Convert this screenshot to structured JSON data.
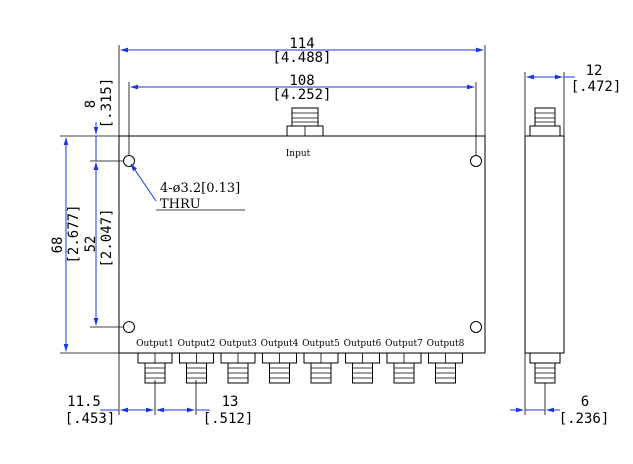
{
  "dimensions": {
    "overall_width": {
      "mm": "114",
      "inch": "[4.488]"
    },
    "hole_spacing_width": {
      "mm": "108",
      "inch": "[4.252]"
    },
    "hole_offset_top": {
      "mm": "8",
      "inch": "[.315]"
    },
    "overall_height": {
      "mm": "68",
      "inch": "[2.677]"
    },
    "hole_spacing_height": {
      "mm": "52",
      "inch": "[2.047]"
    },
    "first_output_offset": {
      "mm": "11.5",
      "inch": "[.453]"
    },
    "output_pitch": {
      "mm": "13",
      "inch": "[.512]"
    },
    "depth": {
      "mm": "12",
      "inch": "[.472]"
    },
    "side_connector_offset": {
      "mm": "6",
      "inch": "[.236]"
    }
  },
  "hole_note": {
    "line1": "4-ø3.2[0.13]",
    "line2": "THRU"
  },
  "ports": {
    "input": "Input",
    "outputs": [
      "Output1",
      "Output2",
      "Output3",
      "Output4",
      "Output5",
      "Output6",
      "Output7",
      "Output8"
    ]
  },
  "colors": {
    "dimension_lines": "#1a35e6",
    "outline": "#000000"
  }
}
